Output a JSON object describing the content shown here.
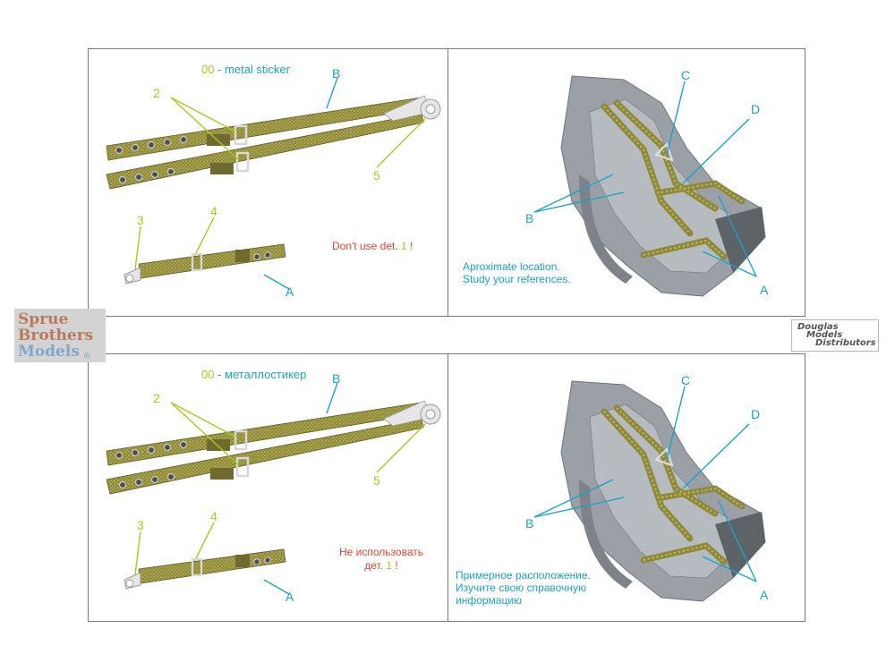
{
  "top": {
    "sticker_code": "00",
    "sticker_text": "- metal sticker",
    "labels": {
      "B_left": "B",
      "n2": "2",
      "n5": "5",
      "n3": "3",
      "n4": "4",
      "A_left": "A",
      "C": "C",
      "D": "D",
      "B_right": "B",
      "A_right": "A"
    },
    "warning_prefix": "Don't use det. ",
    "warning_num": "1",
    "warning_suffix": " !",
    "note_lines": [
      "Aproximate location.",
      "Study your references."
    ]
  },
  "bottom": {
    "sticker_code": "00",
    "sticker_text": "- металлостикер",
    "labels": {
      "B_left": "B",
      "n2": "2",
      "n5": "5",
      "n3": "3",
      "n4": "4",
      "A_left": "A",
      "C": "C",
      "D": "D",
      "B_right": "B",
      "A_right": "A"
    },
    "warning_line1": "Не использовать",
    "warning_prefix": "дет. ",
    "warning_num": "1",
    "warning_suffix": " !",
    "note_lines": [
      "Примерное расположение.",
      "Изучите свою справочную",
      "информацию"
    ]
  },
  "logos": {
    "sbm": [
      "Sprue",
      "Brothers",
      "Models"
    ],
    "sbm_suffix": "llc",
    "dmd": [
      "Douglas",
      "Models",
      "Distributors"
    ]
  },
  "colors": {
    "teal": "#1ba3c9",
    "lime": "#a6cc1f",
    "red": "#e8432e",
    "strap": "#9b9443",
    "seat": "#9aa0a6"
  }
}
